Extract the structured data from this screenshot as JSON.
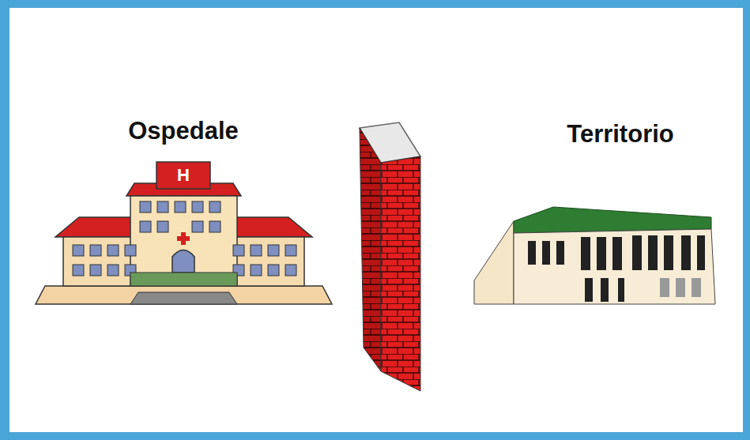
{
  "diagram": {
    "labels": [
      "Ospedale",
      "Territorio",
      "H"
    ]
  }
}
